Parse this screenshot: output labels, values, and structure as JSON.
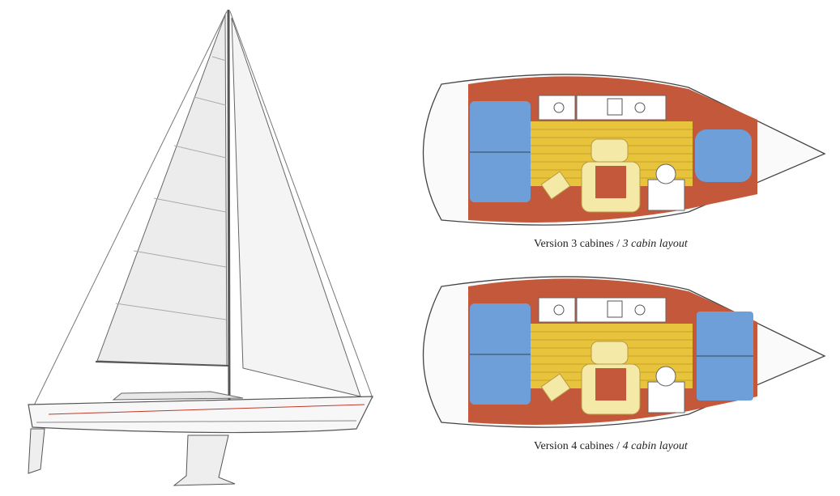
{
  "layouts": [
    {
      "version_label": "Version 3 cabines /",
      "english_label": "3 cabin layout"
    },
    {
      "version_label": "Version 4 cabines /",
      "english_label": "4 cabin layout"
    }
  ],
  "colors": {
    "cabin_blue": "#6e9fd8",
    "wood_red": "#c4583a",
    "saloon_yellow": "#e8c43c",
    "seat_cream": "#f5e9a8",
    "sail": "#eeeeee",
    "outline": "#444444"
  }
}
